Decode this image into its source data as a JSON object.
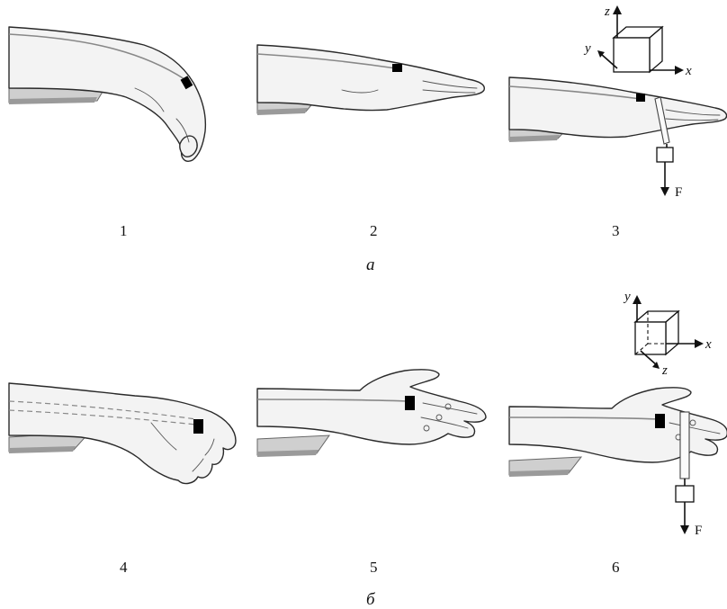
{
  "panels": [
    {
      "number": "1"
    },
    {
      "number": "2"
    },
    {
      "number": "3",
      "axes": {
        "z": "z",
        "y": "y",
        "x": "x"
      },
      "force": "F"
    },
    {
      "number": "4"
    },
    {
      "number": "5"
    },
    {
      "number": "6",
      "axes": {
        "y": "y",
        "x": "x",
        "z": "z"
      },
      "force": "F"
    }
  ],
  "captions": {
    "top_row": "а",
    "bottom_row": "б"
  }
}
